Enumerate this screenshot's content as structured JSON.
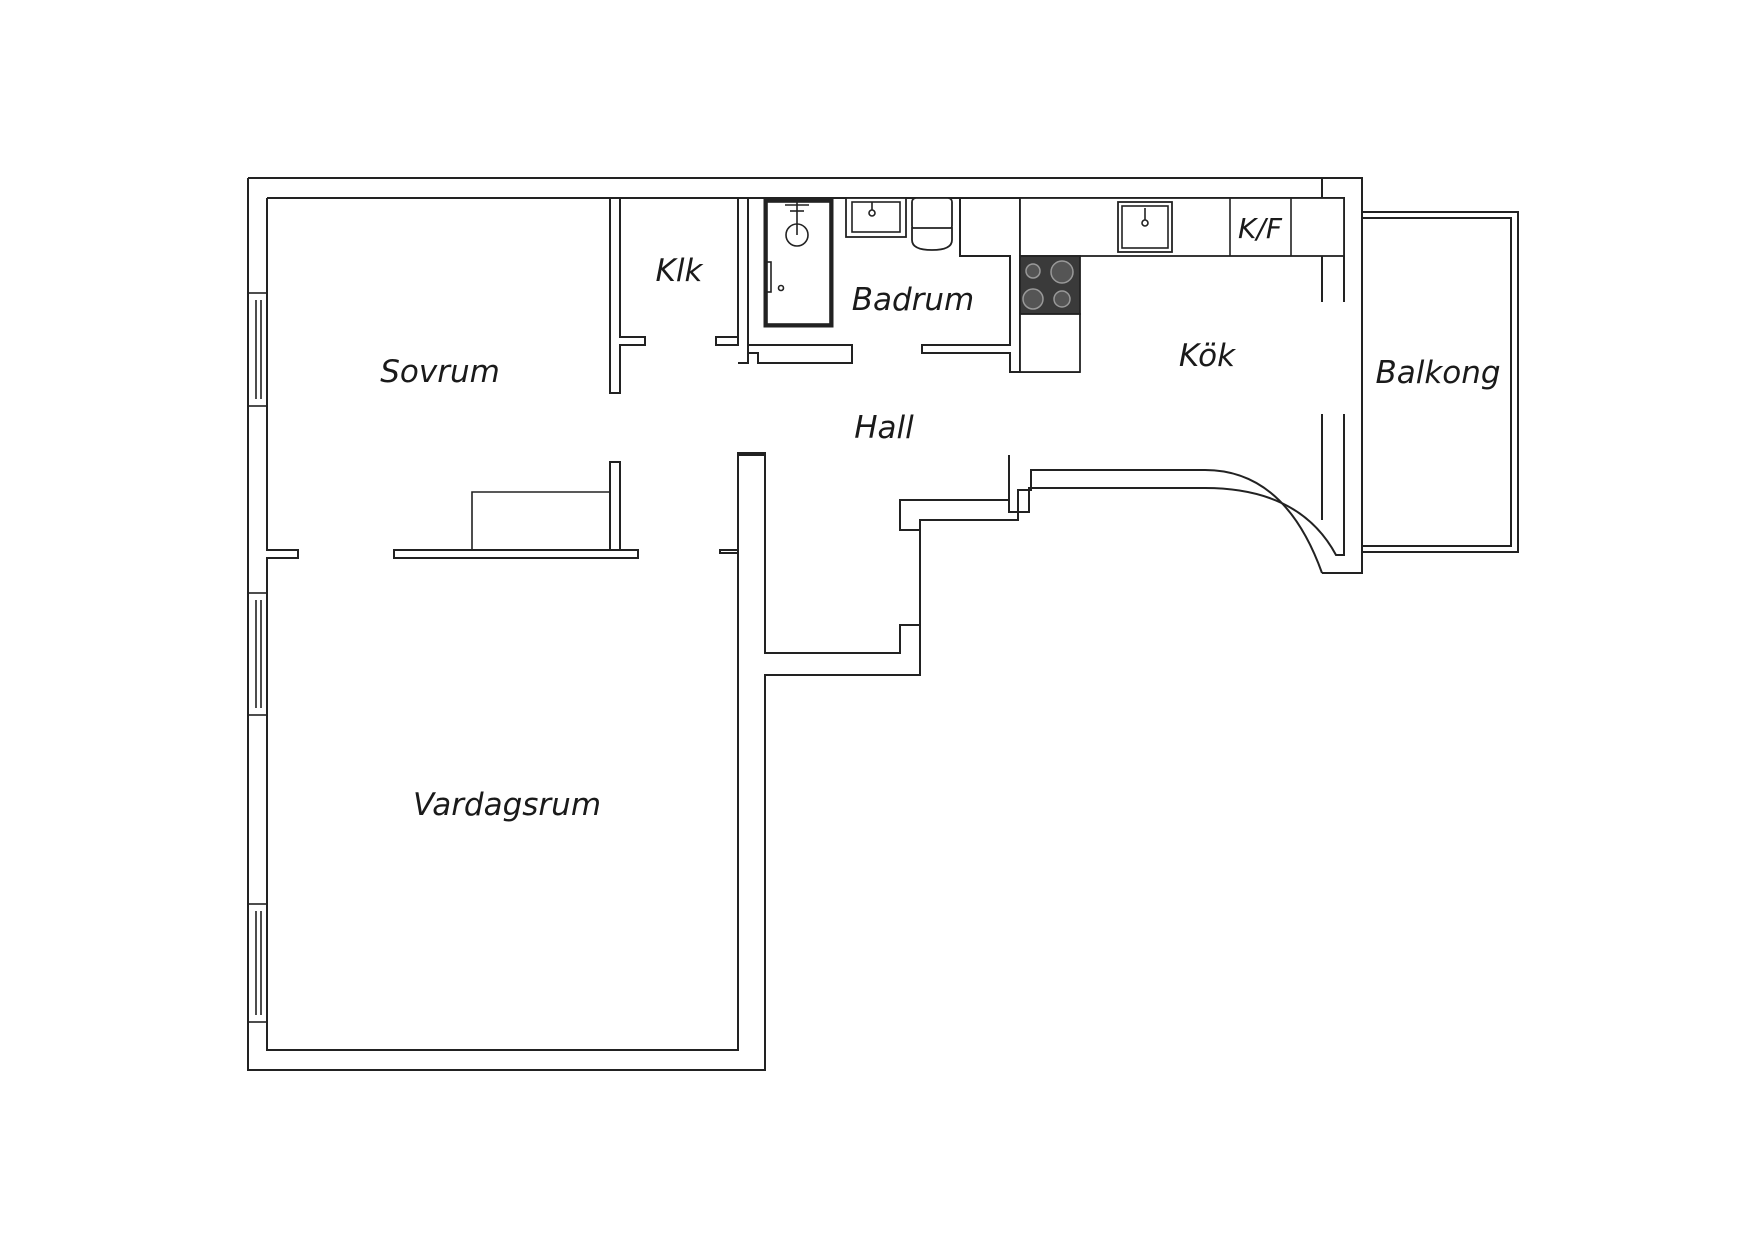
{
  "rooms": {
    "sovrum": "Sovrum",
    "klk": "Klk",
    "badrum": "Badrum",
    "kok": "Kök",
    "balkong": "Balkong",
    "hall": "Hall",
    "vardagsrum": "Vardagsrum"
  },
  "appliances": {
    "kf": "K/F"
  },
  "colors": {
    "line": "#222222",
    "background": "#ffffff",
    "stove": "#3a3a3a"
  }
}
